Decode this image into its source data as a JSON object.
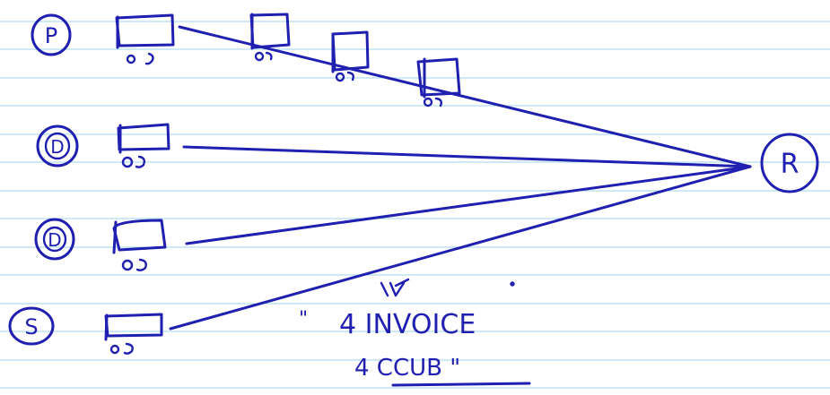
{
  "page": {
    "background": "#ffffff",
    "rule_color": "#9fd6ec",
    "ink_color": "#1f1fb0"
  },
  "nodes": [
    {
      "id": "p",
      "label": "P"
    },
    {
      "id": "d1",
      "label": "D"
    },
    {
      "id": "d2",
      "label": "D"
    },
    {
      "id": "s",
      "label": "S"
    },
    {
      "id": "r",
      "label": "R"
    }
  ],
  "notes": {
    "ditto": "\"",
    "line1": "4 INVOICE",
    "line2": "4 CCUB \""
  }
}
